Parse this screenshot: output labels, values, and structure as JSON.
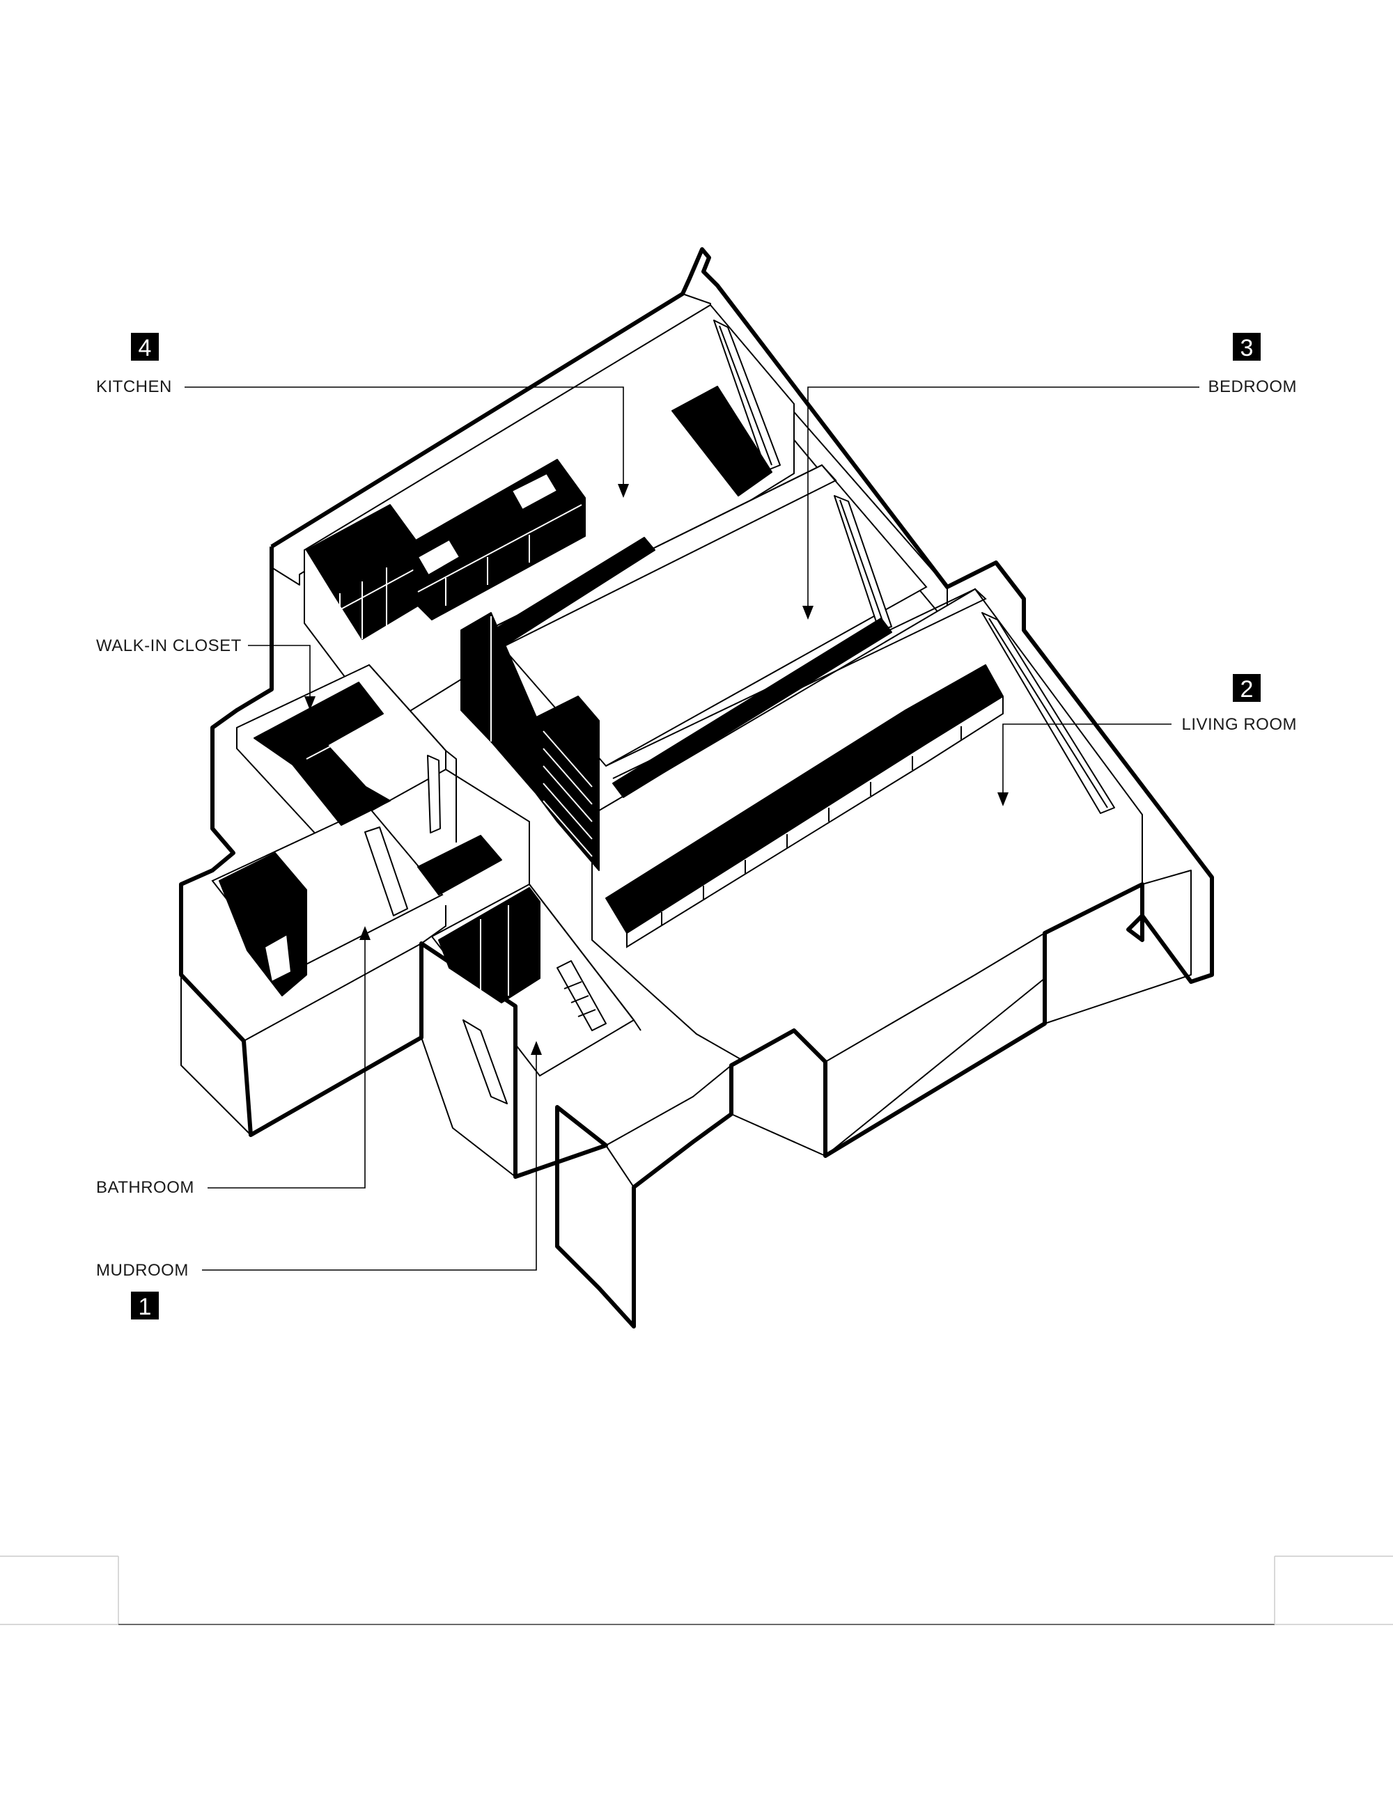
{
  "labels": [
    {
      "id": "kitchen",
      "name": "KITCHEN",
      "number": "4"
    },
    {
      "id": "bedroom",
      "name": "BEDROOM",
      "number": "3"
    },
    {
      "id": "closet",
      "name": "WALK-IN CLOSET",
      "number": ""
    },
    {
      "id": "living",
      "name": "LIVING ROOM",
      "number": "2"
    },
    {
      "id": "bathroom",
      "name": "BATHROOM",
      "number": ""
    },
    {
      "id": "mudroom",
      "name": "MUDROOM",
      "number": "1"
    }
  ]
}
